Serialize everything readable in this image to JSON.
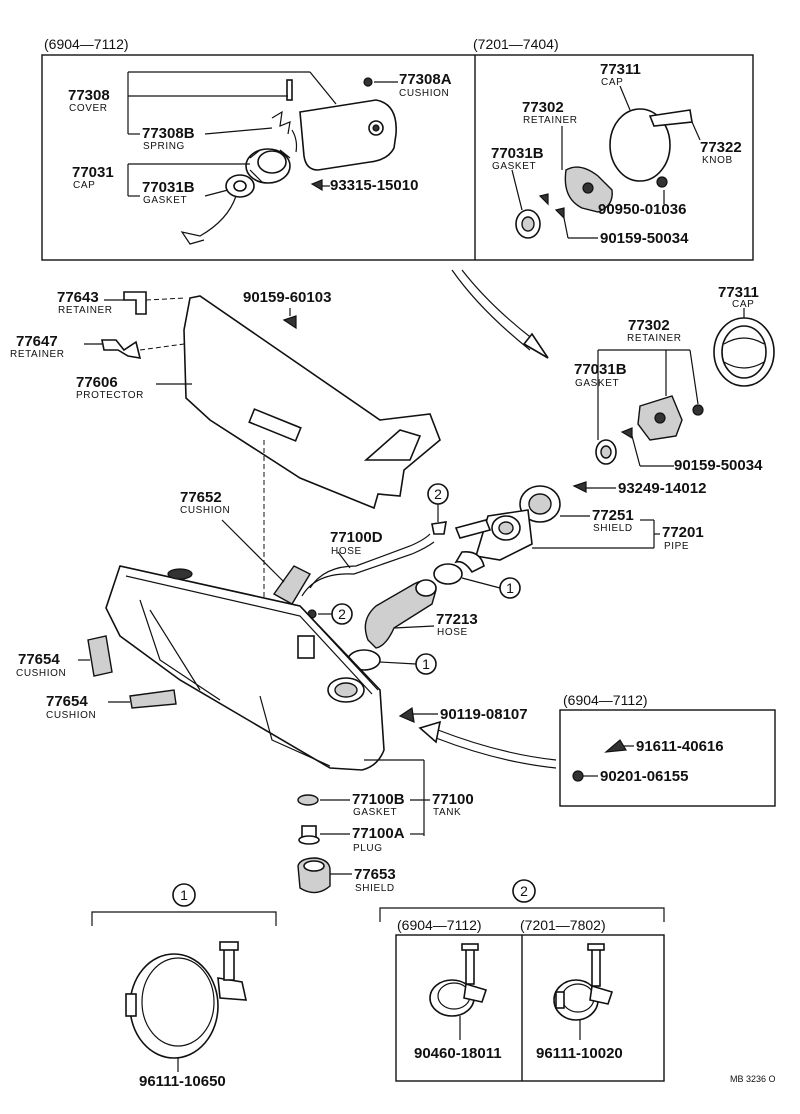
{
  "groups": {
    "g1": "(6904—7112)",
    "g2": "(7201—7404)",
    "g3": "(6904—7112)",
    "g4": "(6904—7112)",
    "g5": "(7201—7802)"
  },
  "refs": {
    "r1": "1",
    "r2": "2"
  },
  "parts": {
    "p77308": {
      "num": "77308",
      "desc": "COVER"
    },
    "p77308A": {
      "num": "77308A",
      "desc": "CUSHION"
    },
    "p77308B": {
      "num": "77308B",
      "desc": "SPRING"
    },
    "p77031": {
      "num": "77031",
      "desc": "CAP"
    },
    "p77031B_a": {
      "num": "77031B",
      "desc": "GASKET"
    },
    "p93315": {
      "num": "93315-15010"
    },
    "p77311_a": {
      "num": "77311",
      "desc": "CAP"
    },
    "p77302_a": {
      "num": "77302",
      "desc": "RETAINER"
    },
    "p77322": {
      "num": "77322",
      "desc": "KNOB"
    },
    "p77031B_b": {
      "num": "77031B",
      "desc": "GASKET"
    },
    "p90950": {
      "num": "90950-01036"
    },
    "p90159_a": {
      "num": "90159-50034"
    },
    "p77643": {
      "num": "77643",
      "desc": "RETAINER"
    },
    "p90159_60103": {
      "num": "90159-60103"
    },
    "p77647": {
      "num": "77647",
      "desc": "RETAINER"
    },
    "p77606": {
      "num": "77606",
      "desc": "PROTECTOR"
    },
    "p77311_b": {
      "num": "77311",
      "desc": "CAP"
    },
    "p77302_b": {
      "num": "77302",
      "desc": "RETAINER"
    },
    "p77031B_c": {
      "num": "77031B",
      "desc": "GASKET"
    },
    "p90159_b": {
      "num": "90159-50034"
    },
    "p93249": {
      "num": "93249-14012"
    },
    "p77652": {
      "num": "77652",
      "desc": "CUSHION"
    },
    "p77100D": {
      "num": "77100D",
      "desc": "HOSE"
    },
    "p77251": {
      "num": "77251",
      "desc": "SHIELD"
    },
    "p77201": {
      "num": "77201",
      "desc": "PIPE"
    },
    "p77213": {
      "num": "77213",
      "desc": "HOSE"
    },
    "p77654_a": {
      "num": "77654",
      "desc": "CUSHION"
    },
    "p77654_b": {
      "num": "77654",
      "desc": "CUSHION"
    },
    "p90119": {
      "num": "90119-08107"
    },
    "p91611": {
      "num": "91611-40616"
    },
    "p90201": {
      "num": "90201-06155"
    },
    "p77100B": {
      "num": "77100B",
      "desc": "GASKET"
    },
    "p77100": {
      "num": "77100",
      "desc": "TANK"
    },
    "p77100A": {
      "num": "77100A",
      "desc": "PLUG"
    },
    "p77653": {
      "num": "77653",
      "desc": "SHIELD"
    },
    "p96111_10650": {
      "num": "96111-10650"
    },
    "p90460": {
      "num": "90460-18011"
    },
    "p96111_10020": {
      "num": "96111-10020"
    }
  },
  "ref_code": "MB 3236 O"
}
